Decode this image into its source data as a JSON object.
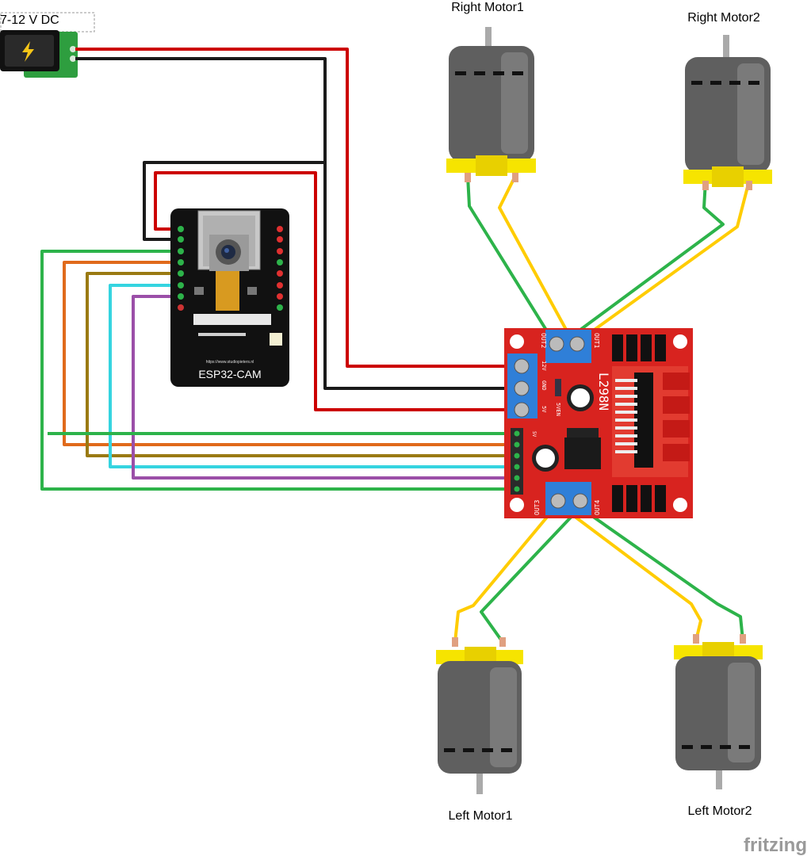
{
  "power": {
    "label": "7-12 V DC"
  },
  "esp32": {
    "name": "ESP32-CAM",
    "url": "https://www.studiopieters.nl"
  },
  "driver": {
    "name": "L298N",
    "out1": "OUT1",
    "out2": "OUT2",
    "out3": "OUT3",
    "out4": "OUT4",
    "v12": "12V",
    "gnd": "GND",
    "v5": "5V",
    "en": "5VEN",
    "in5v": "5V"
  },
  "motors": {
    "right1": "Right Motor1",
    "right2": "Right Motor2",
    "left1": "Left Motor1",
    "left2": "Left Motor2"
  },
  "brand": {
    "logo": "fritzing"
  },
  "colors": {
    "red": "#cc0000",
    "black": "#1a1a1a",
    "green": "#2db34a",
    "yellow": "#ffcc00",
    "orange": "#e06a1b",
    "olive": "#9a7a12",
    "cyan": "#35d4e0",
    "purple": "#9b4fa8"
  }
}
